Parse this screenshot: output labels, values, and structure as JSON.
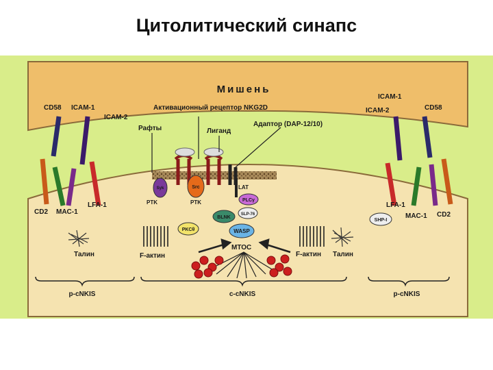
{
  "slide": {
    "title": "Цитолитический синапс"
  },
  "colors": {
    "frame_bg": "#d9ed8a",
    "target_cell": "#efbe6a",
    "nk_cell": "#f5e3b0",
    "membrane": "#8a6a3a",
    "granule": "#cc1f1f"
  },
  "labels": {
    "target": "Мишень",
    "cd58_left": "CD58",
    "icam1_left": "ICAM-1",
    "icam2_left": "ICAM-2",
    "activating_receptor": "Активационный рецептор NKG2D",
    "rafts": "Рафты",
    "ligand": "Лиганд",
    "adaptor": "Адаптор (DAP-12/10)",
    "icam1_right": "ICAM-1",
    "icam2_right": "ICAM-2",
    "cd58_right": "CD58",
    "lat": "LAT",
    "plcg": "PLCγ",
    "syk": "Syk",
    "src": "Src",
    "ptk_left": "PTK",
    "ptk_mid": "PTK",
    "blnk": "BLNK",
    "slp76": "SLP-76",
    "pkc": "PKCθ",
    "wasp": "WASP",
    "mtoc": "MTOC",
    "cd2_left": "CD2",
    "mac1_left": "MAC-1",
    "lfa1_left": "LFA-1",
    "lfa1_right": "LFA-1",
    "shp1": "SHP-I",
    "mac1_right": "MAC-1",
    "cd2_right": "CD2",
    "talin_left": "Талин",
    "factin_left": "F-актин",
    "factin_right": "F-актин",
    "talin_right": "Талин",
    "pcnkis_left": "p-cNKIS",
    "ccnkis": "c-cNKIS",
    "pcnkis_right": "p-cNKIS"
  }
}
